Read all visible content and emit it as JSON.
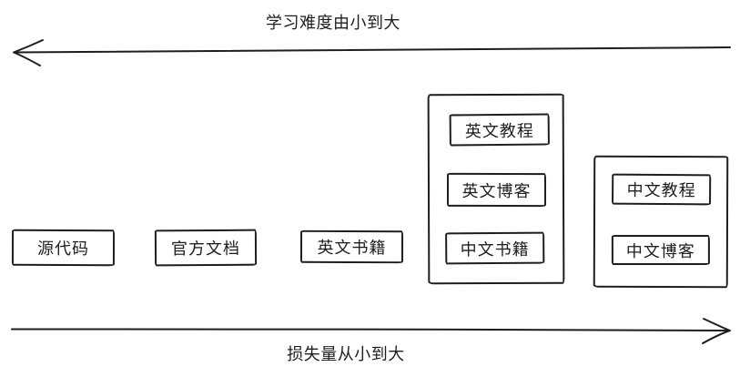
{
  "axes": {
    "top": {
      "label": "学习难度由小到大",
      "direction": "left"
    },
    "bottom": {
      "label": "损失量从小到大",
      "direction": "right"
    }
  },
  "diagram": {
    "standalone_nodes": [
      {
        "label": "源代码"
      },
      {
        "label": "官方文档"
      },
      {
        "label": "英文书籍"
      }
    ],
    "groups": [
      {
        "nodes": [
          {
            "label": "英文教程"
          },
          {
            "label": "英文博客"
          },
          {
            "label": "中文书籍"
          }
        ]
      },
      {
        "nodes": [
          {
            "label": "中文教程"
          },
          {
            "label": "中文博客"
          }
        ]
      }
    ]
  },
  "colors": {
    "ink": "#1e1e1e",
    "background": "#ffffff"
  }
}
